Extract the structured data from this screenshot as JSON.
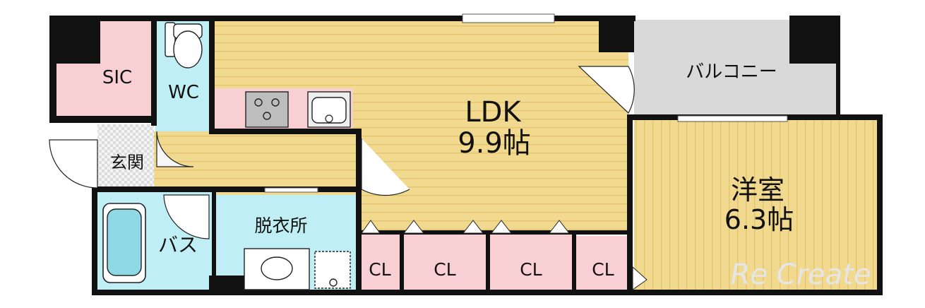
{
  "rooms": {
    "sic": "SIC",
    "wc": "WC",
    "genkan": "玄関",
    "ldk_name": "LDK",
    "ldk_size": "9.9帖",
    "balcony": "バルコニー",
    "western_name": "洋室",
    "western_size": "6.3帖",
    "bath": "バス",
    "dressing": "脱衣所",
    "closets": [
      "CL",
      "CL",
      "CL",
      "CL"
    ]
  },
  "watermark": "Re Create",
  "colors": {
    "wall": "#111111",
    "floor_wood": "#f1d98f",
    "floor_stripe": "#e4c56e",
    "pink": "#f8d0d4",
    "water": "#bfeef5",
    "balcony": "#d9d9d9",
    "tile": "#e2e2e2"
  }
}
